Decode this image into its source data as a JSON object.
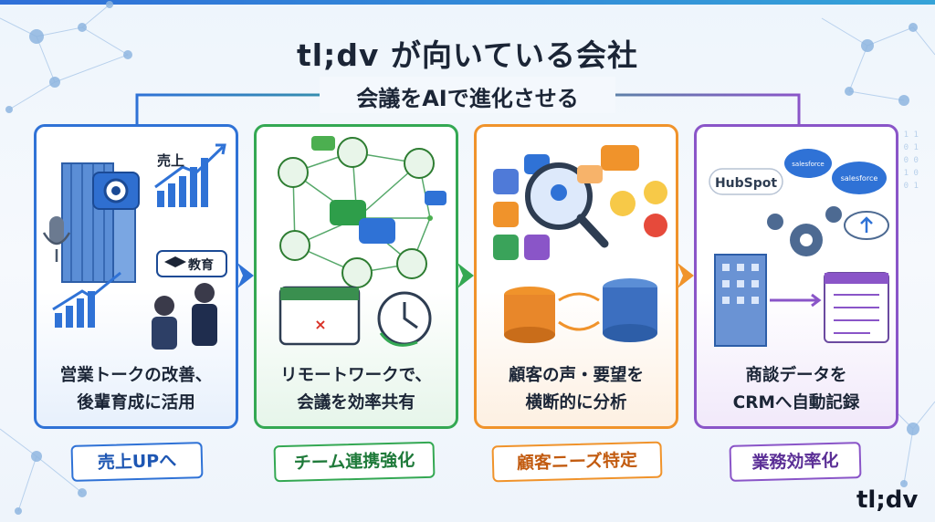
{
  "title": "tl;dv が向いている会社",
  "subtitle": "会議をAIで進化させる",
  "colors": {
    "blue": "#2f72d6",
    "green": "#34a853",
    "orange": "#f0932b",
    "purple": "#8a55c8"
  },
  "cards": [
    {
      "desc_line1": "営業トークの改善、",
      "desc_line2": "後輩育成に活用",
      "tag": "売上UPへ",
      "chart_label": "売上",
      "bubble_label": "教育",
      "icons": [
        "office-building-icon",
        "camera-icon",
        "microphone-icon",
        "growth-chart-icon",
        "graduation-cap-icon",
        "coaching-people-icon"
      ]
    },
    {
      "desc_line1": "リモートワークで、",
      "desc_line2": "会議を効率共有",
      "tag": "チーム連携強化",
      "icons": [
        "network-people-icon",
        "chat-bubble-icon",
        "calendar-icon",
        "fast-clock-icon"
      ]
    },
    {
      "desc_line1": "顧客の声・要望を",
      "desc_line2": "横断的に分析",
      "tag": "顧客ニーズ特定",
      "icons": [
        "app-grid-icon",
        "magnifier-icon",
        "emoji-faces-icon",
        "database-icon"
      ]
    },
    {
      "desc_line1": "商談データを",
      "desc_line2": "CRMへ自動記録",
      "tag": "業務効率化",
      "crm_label_1": "HubSpot",
      "crm_label_2": "salesforce",
      "crm_label_3": "salesforce",
      "icons": [
        "hubspot-logo-icon",
        "salesforce-cloud-icon",
        "gear-icon",
        "cloud-upload-icon",
        "office-building-icon",
        "record-list-icon"
      ]
    }
  ],
  "logo": "tl;dv"
}
